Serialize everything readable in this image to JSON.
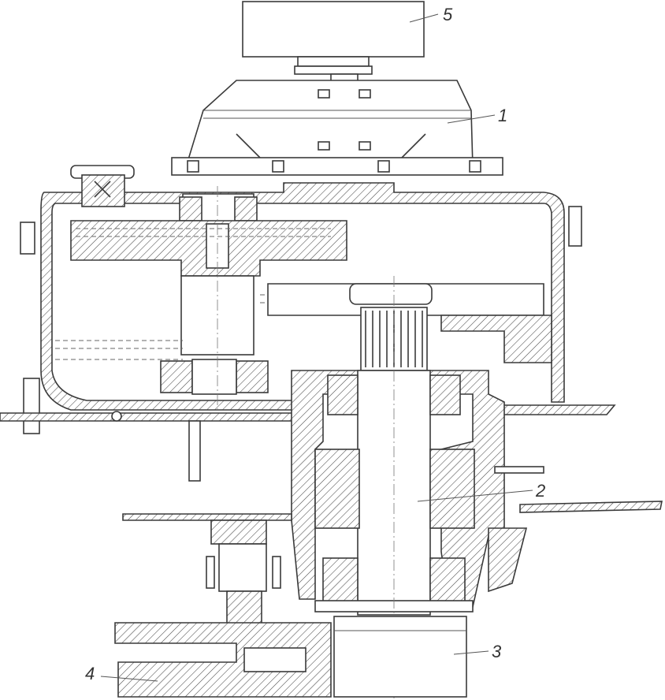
{
  "labels": [
    {
      "id": "1",
      "text": "1"
    },
    {
      "id": "2",
      "text": "2"
    },
    {
      "id": "3",
      "text": "3"
    },
    {
      "id": "4",
      "text": "4"
    },
    {
      "id": "5",
      "text": "5"
    }
  ],
  "colors": {
    "line": "#3a3a3a",
    "background": "#ffffff"
  }
}
